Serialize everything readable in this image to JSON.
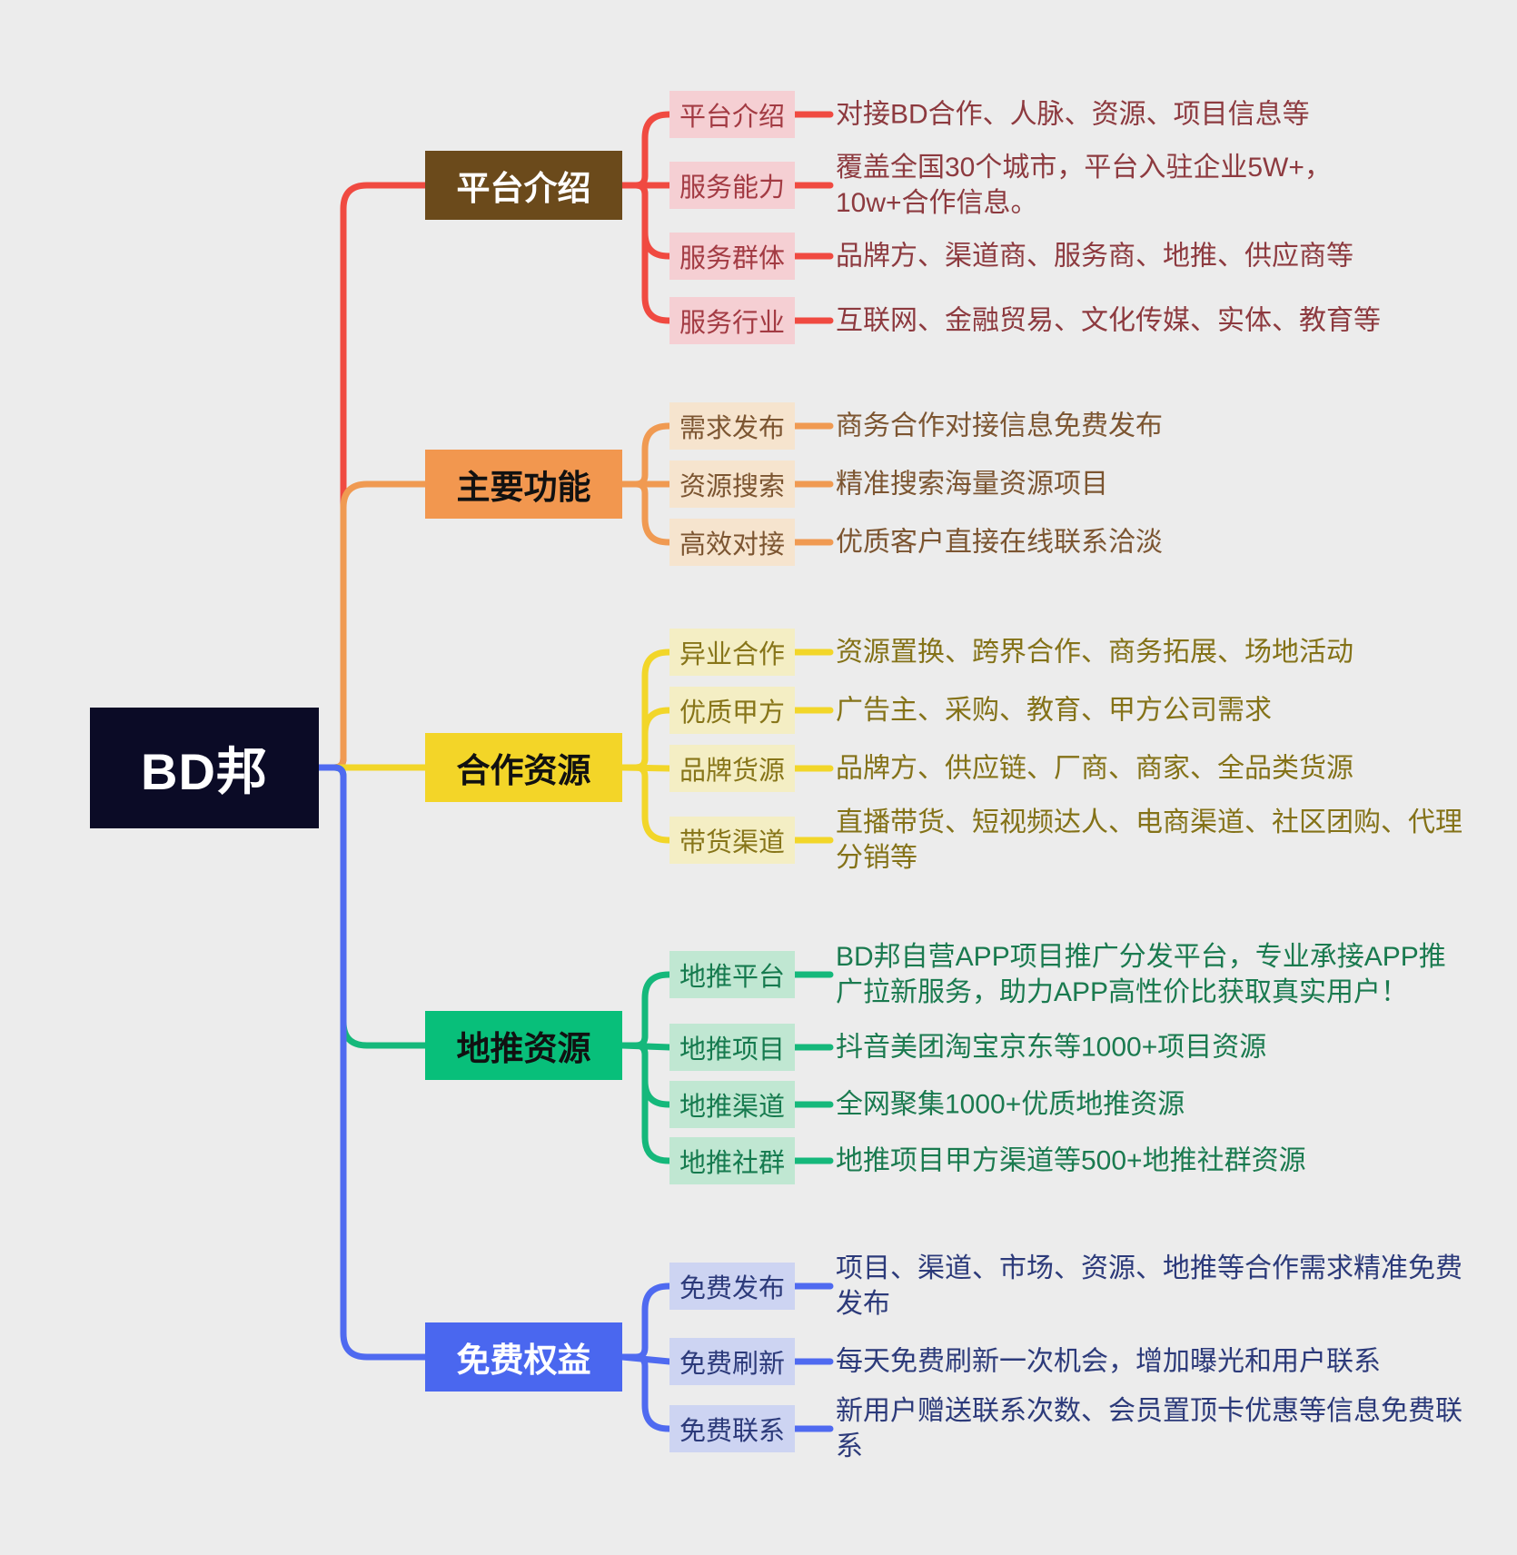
{
  "background": "#ececec",
  "root": {
    "label": "BD邦",
    "bg": "#0b0b26",
    "text_color": "#ffffff"
  },
  "branches": [
    {
      "label": "平台介绍",
      "line_color": "#f04a41",
      "node_bg": "#6b4a1b",
      "node_text": "#ffffff",
      "child_bg": "#f5cfd3",
      "child_text": "#a33b43",
      "desc_color": "#8d3a3f",
      "children": [
        {
          "label": "平台介绍",
          "desc": "对接BD合作、人脉、资源、项目信息等"
        },
        {
          "label": "服务能力",
          "desc": "覆盖全国30个城市，平台入驻企业5W+，10w+合作信息。"
        },
        {
          "label": "服务群体",
          "desc": "品牌方、渠道商、服务商、地推、供应商等"
        },
        {
          "label": "服务行业",
          "desc": "互联网、金融贸易、文化传媒、实体、教育等"
        }
      ]
    },
    {
      "label": "主要功能",
      "line_color": "#f09a52",
      "node_bg": "#f2974f",
      "node_text": "#111111",
      "child_bg": "#f6e4ce",
      "child_text": "#7c5531",
      "desc_color": "#7c5531",
      "children": [
        {
          "label": "需求发布",
          "desc": "商务合作对接信息免费发布"
        },
        {
          "label": "资源搜索",
          "desc": "精准搜索海量资源项目"
        },
        {
          "label": "高效对接",
          "desc": "优质客户直接在线联系洽淡"
        }
      ]
    },
    {
      "label": "合作资源",
      "line_color": "#f2d629",
      "node_bg": "#f3d528",
      "node_text": "#111111",
      "child_bg": "#f4eec4",
      "child_text": "#877519",
      "desc_color": "#847218",
      "children": [
        {
          "label": "异业合作",
          "desc": "资源置换、跨界合作、商务拓展、场地活动"
        },
        {
          "label": "优质甲方",
          "desc": "广告主、采购、教育、甲方公司需求"
        },
        {
          "label": "品牌货源",
          "desc": "品牌方、供应链、厂商、商家、全品类货源"
        },
        {
          "label": "带货渠道",
          "desc": "直播带货、短视频达人、电商渠道、社区团购、代理分销等"
        }
      ]
    },
    {
      "label": "地推资源",
      "line_color": "#15b87b",
      "node_bg": "#08bf7a",
      "node_text": "#111111",
      "child_bg": "#c0e7d2",
      "child_text": "#157a4e",
      "desc_color": "#1a7a4f",
      "children": [
        {
          "label": "地推平台",
          "desc": "BD邦自营APP项目推广分发平台，专业承接APP推广拉新服务，助力APP高性价比获取真实用户！"
        },
        {
          "label": "地推项目",
          "desc": "抖音美团淘宝京东等1000+项目资源"
        },
        {
          "label": "地推渠道",
          "desc": "全网聚集1000+优质地推资源"
        },
        {
          "label": "地推社群",
          "desc": "地推项目甲方渠道等500+地推社群资源"
        }
      ]
    },
    {
      "label": "免费权益",
      "line_color": "#4f6af0",
      "node_bg": "#4a67ef",
      "node_text": "#ffffff",
      "child_bg": "#cdd4f2",
      "child_text": "#2c3a7a",
      "desc_color": "#2c3a7a",
      "children": [
        {
          "label": "免费发布",
          "desc": "项目、渠道、市场、资源、地推等合作需求精准免费发布"
        },
        {
          "label": "免费刷新",
          "desc": "每天免费刷新一次机会，增加曝光和用户联系"
        },
        {
          "label": "免费联系",
          "desc": "新用户赠送联系次数、会员置顶卡优惠等信息免费联系"
        }
      ]
    }
  ]
}
